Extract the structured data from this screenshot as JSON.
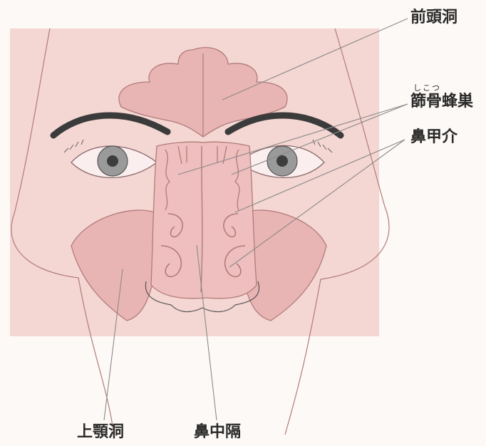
{
  "labels": {
    "frontal_sinus": "前頭洞",
    "ethmoid_reading": "しこつ",
    "ethmoid_cells": "篩骨蜂巣",
    "turbinates": "鼻甲介",
    "maxillary_sinus": "上顎洞",
    "septum": "鼻中隔"
  },
  "colors": {
    "background": "#fdf9f6",
    "face_panel": "#f4d6d2",
    "sinus_fill": "#e9b5b4",
    "outline": "#b07b7a",
    "leader_line": "#8a8a8a",
    "eyebrow": "#3b3b3b"
  }
}
